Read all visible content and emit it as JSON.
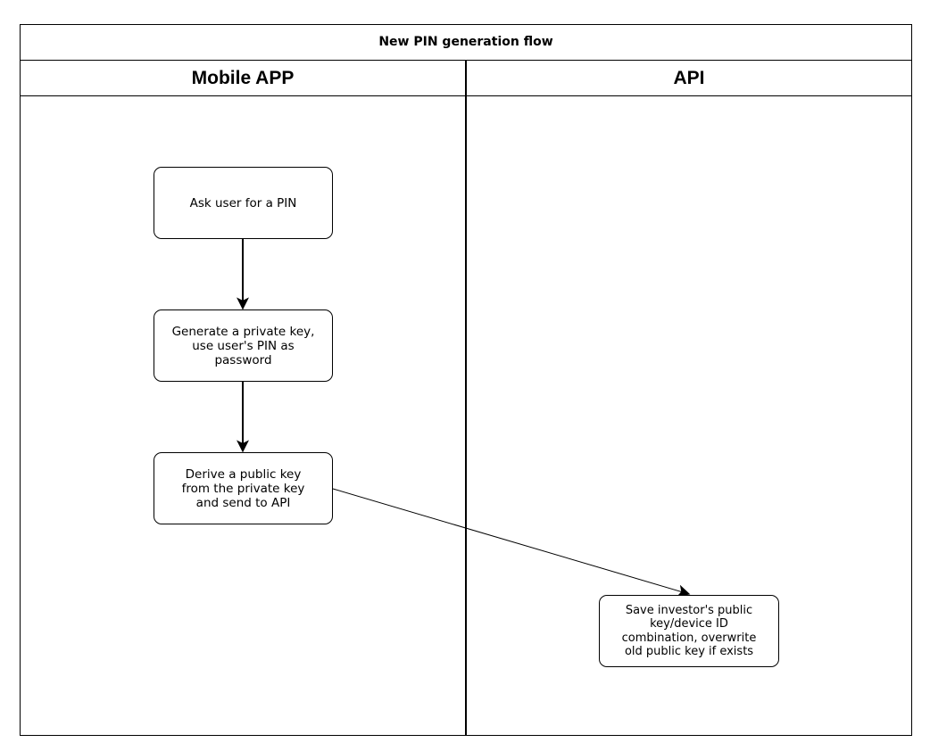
{
  "diagram": {
    "title": "New PIN generation flow",
    "lanes": [
      {
        "label": "Mobile APP"
      },
      {
        "label": "API"
      }
    ],
    "nodes": [
      {
        "id": "ask-pin",
        "text": "Ask user for a PIN"
      },
      {
        "id": "generate-key",
        "text": "Generate a private key,\nuse user's PIN as\npassword"
      },
      {
        "id": "derive-public",
        "text": "Derive a public key\nfrom the private key\nand send to API"
      },
      {
        "id": "save-key",
        "text": "Save investor's public\nkey/device ID\ncombination, overwrite\nold public key if exists"
      }
    ]
  }
}
